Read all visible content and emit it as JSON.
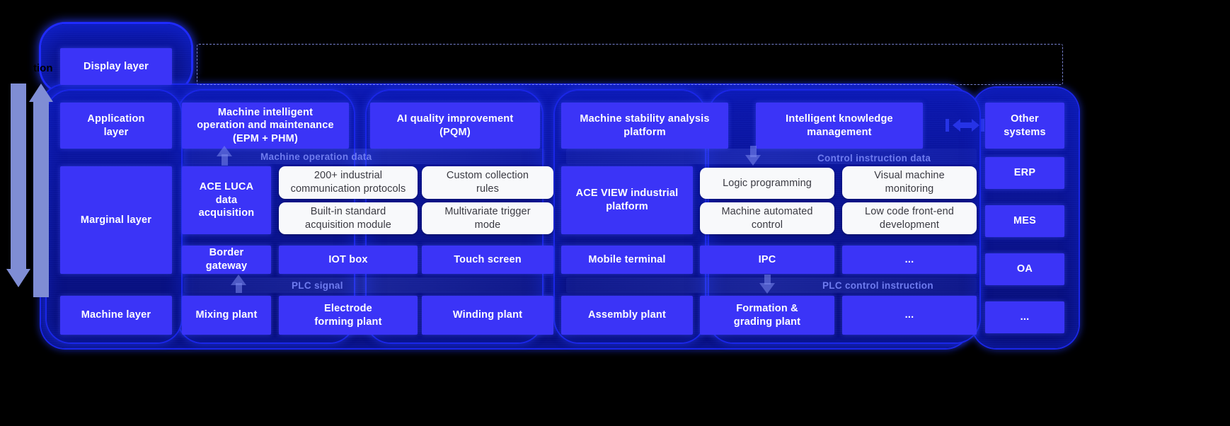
{
  "meta": {
    "cut_caption": "tion",
    "left_arrows": {
      "down_label": "down-arrow",
      "up_label": "up-arrow",
      "color": "#7f8dd4"
    },
    "colors": {
      "background": "#000000",
      "panel": "#0a1496",
      "box_blue": "#3b34f7",
      "box_white": "#f8f9fb",
      "flow_label": "#6f7cf0",
      "glow": "#1f2bff"
    }
  },
  "layers": {
    "display": {
      "label": "Display layer"
    },
    "application": {
      "label": "Application\nlayer"
    },
    "marginal": {
      "label": "Marginal layer"
    },
    "machine": {
      "label": "Machine layer"
    }
  },
  "application_row": [
    {
      "label": "Machine intelligent\noperation and maintenance\n(EPM + PHM)"
    },
    {
      "label": "AI quality improvement\n(PQM)"
    },
    {
      "label": "Machine stability analysis\nplatform"
    },
    {
      "label": "Intelligent knowledge\nmanagement"
    }
  ],
  "flow_labels": {
    "machine_operation_data": "Machine operation data",
    "control_instruction_data": "Control instruction data",
    "plc_signal": "PLC signal",
    "plc_control_instruction": "PLC control instruction"
  },
  "marginal_row": {
    "platform_left": {
      "label": "ACE LUCA data\nacquisition"
    },
    "platform_right": {
      "label": "ACE VIEW industrial\nplatform"
    },
    "left_cards": [
      {
        "label": "200+ industrial\ncommunication protocols"
      },
      {
        "label": "Custom collection\nrules"
      },
      {
        "label": "Built-in standard\nacquisition module"
      },
      {
        "label": "Multivariate trigger\nmode"
      }
    ],
    "right_cards": [
      {
        "label": "Logic programming"
      },
      {
        "label": "Visual machine\nmonitoring"
      },
      {
        "label": "Machine automated\ncontrol"
      },
      {
        "label": "Low code front-end\ndevelopment"
      }
    ]
  },
  "device_row": [
    {
      "label": "Border gateway"
    },
    {
      "label": "IOT box"
    },
    {
      "label": "Touch screen"
    },
    {
      "label": "Mobile terminal"
    },
    {
      "label": "IPC"
    },
    {
      "label": "..."
    }
  ],
  "machine_row": [
    {
      "label": "Mixing plant"
    },
    {
      "label": "Electrode\nforming plant"
    },
    {
      "label": "Winding plant"
    },
    {
      "label": "Assembly plant"
    },
    {
      "label": "Formation &\ngrading plant"
    },
    {
      "label": "..."
    }
  ],
  "systems_column": [
    {
      "label": "Other\nsystems"
    },
    {
      "label": "ERP"
    },
    {
      "label": "MES"
    },
    {
      "label": "OA"
    },
    {
      "label": "..."
    }
  ]
}
